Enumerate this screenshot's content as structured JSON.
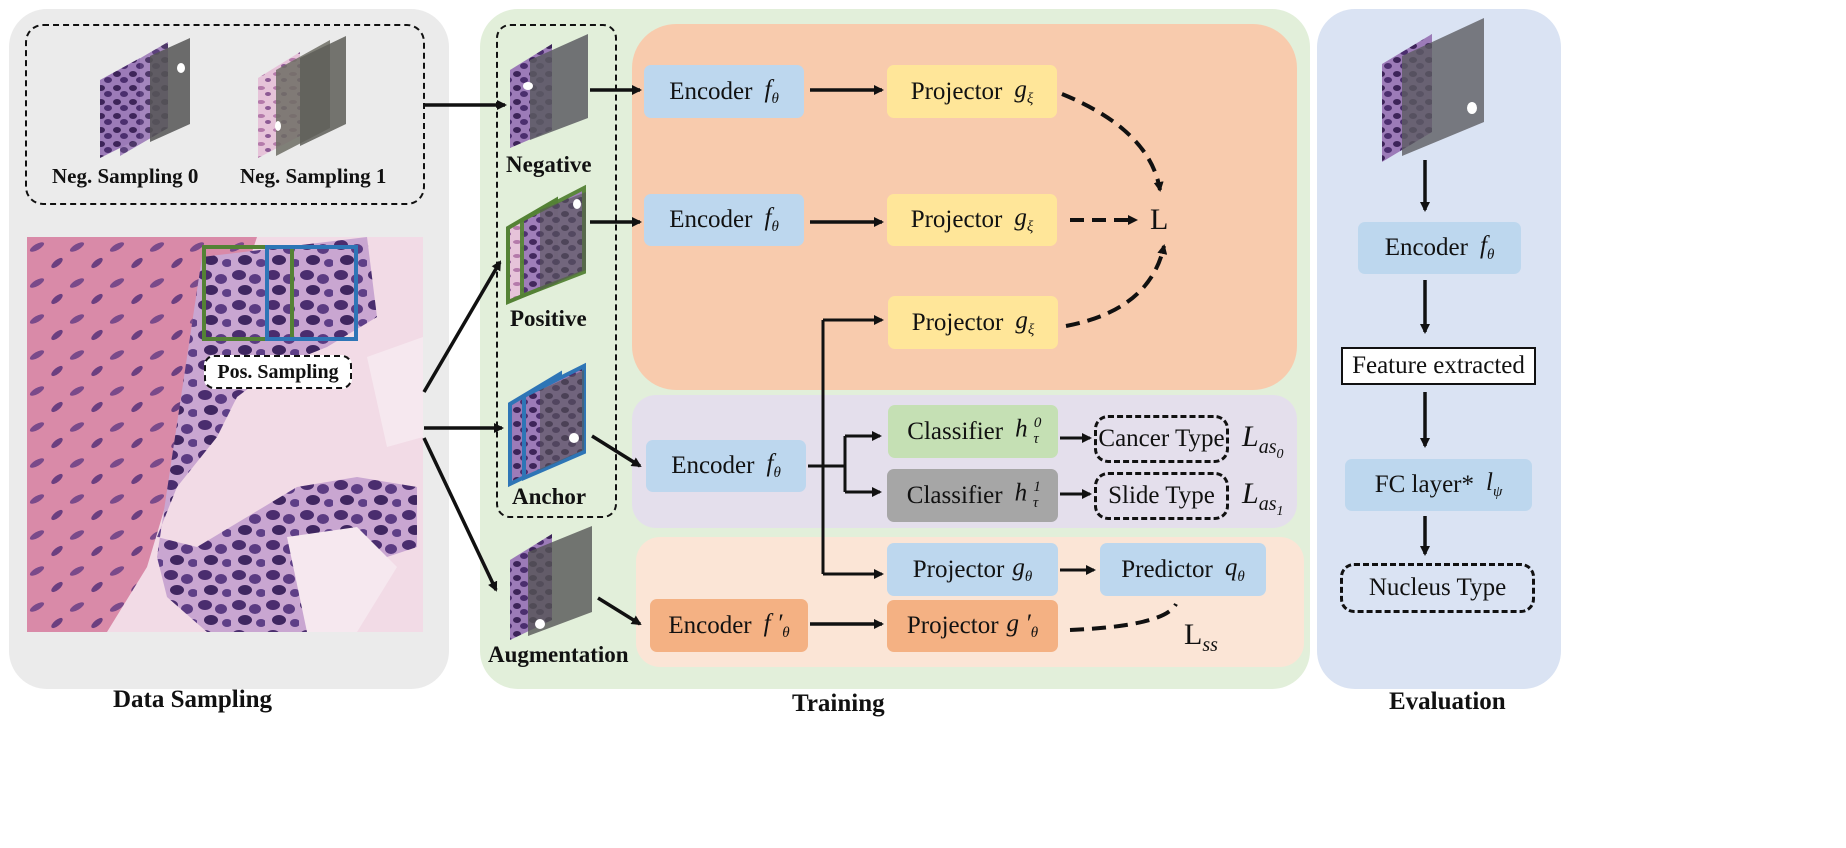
{
  "sections": {
    "data_sampling": "Data Sampling",
    "training": "Training",
    "evaluation": "Evaluation"
  },
  "sampling": {
    "neg0": "Neg. Sampling 0",
    "neg1": "Neg. Sampling 1",
    "pos": "Pos. Sampling"
  },
  "views": {
    "negative": "Negative",
    "positive": "Positive",
    "anchor": "Anchor",
    "augmentation": "Augmentation"
  },
  "training": {
    "encoder": "Encoder",
    "encoder_sym": "f",
    "encoder_sub": "θ",
    "encoder_prime_sym": "f ′",
    "projector": "Projector",
    "projector_xi_sym": "g",
    "projector_xi_sub": "ξ",
    "projector_theta_sym": "g",
    "projector_theta_sub": "θ",
    "projector_prime_sym": "g ′",
    "predictor": "Predictor",
    "predictor_sym": "q",
    "predictor_sub": "θ",
    "classifier": "Classifier",
    "classifier_sym": "h",
    "classifier_sub": "τ",
    "classifier0_sup": "0",
    "classifier1_sup": "1",
    "cancer_type": "Cancer Type",
    "slide_type": "Slide Type",
    "loss_L": "L",
    "loss_as": "L",
    "loss_as_sub": "as",
    "loss_as0_idx": "0",
    "loss_as1_idx": "1",
    "loss_ss": "L",
    "loss_ss_sub": "ss"
  },
  "evaluation": {
    "encoder": "Encoder",
    "encoder_sym": "f",
    "encoder_sub": "θ",
    "feature": "Feature extracted",
    "fc": "FC layer*",
    "fc_sym": "l",
    "fc_sub": "ψ",
    "nucleus": "Nucleus Type"
  },
  "colors": {
    "panel_gray": "#ebebeb",
    "panel_green": "#e2efda",
    "panel_orange": "#f8cbad",
    "panel_purple": "#e4dfec",
    "panel_peach": "#fbe5d6",
    "panel_blue": "#dae3f3",
    "box_blue": "#bdd7ee",
    "box_yellow": "#ffe699",
    "box_green": "#c5e0b4",
    "box_gray": "#a6a6a6",
    "box_peach": "#f8cbad",
    "frame_green": "#548235",
    "frame_blue": "#2e75b6",
    "tissue_pink": "#d98aa8",
    "tissue_purple": "#5a3a7a"
  }
}
